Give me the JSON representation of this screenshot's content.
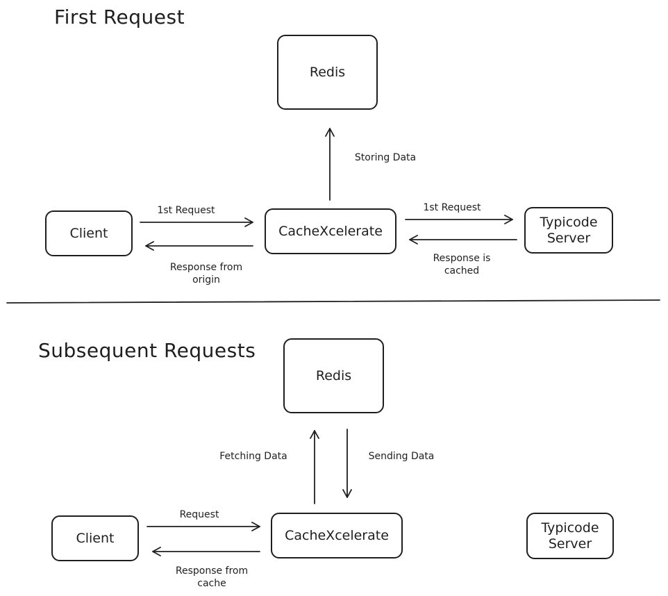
{
  "sections": {
    "first": {
      "title": "First Request"
    },
    "subsequent": {
      "title": "Subsequent Requests"
    }
  },
  "first_flow": {
    "redis": "Redis",
    "client": "Client",
    "cachexcelerate": "CacheXcelerate",
    "typicode": "Typicode\nServer",
    "storing": "Storing Data",
    "client_request": "1st Request",
    "response_origin": "Response from\norigin",
    "server_request": "1st Request",
    "response_cached": "Response is\ncached"
  },
  "subsequent_flow": {
    "redis": "Redis",
    "client": "Client",
    "cachexcelerate": "CacheXcelerate",
    "typicode": "Typicode\nServer",
    "fetching": "Fetching Data",
    "sending": "Sending Data",
    "request": "Request",
    "response_cache": "Response from\ncache"
  }
}
